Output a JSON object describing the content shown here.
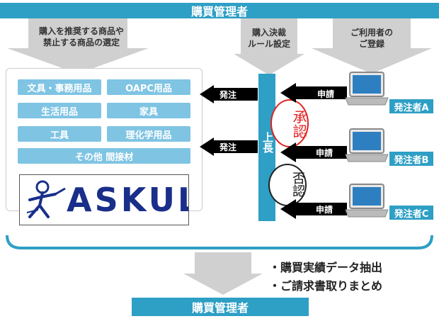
{
  "header": {
    "title": "購買管理者"
  },
  "footer": {
    "title": "購買管理者"
  },
  "step_labels": {
    "left": "購入を推奨する商品や\n禁止する商品の選定",
    "middle": "購入決裁\nルール設定",
    "right": "ご利用者の\nご登録"
  },
  "categories": [
    "文具・事務用品",
    "OAPC用品",
    "生活用品",
    "家具",
    "工具",
    "理化学用品",
    "その他 間接材"
  ],
  "logo": {
    "text": "ASKUL"
  },
  "boss": {
    "label": "上長"
  },
  "stamps": {
    "approve": "承認",
    "reject": "否認"
  },
  "orders": [
    "発注",
    "発注"
  ],
  "requests": [
    "申請",
    "申請",
    "申請"
  ],
  "orderers": [
    "発注者A",
    "発注者B",
    "発注者C"
  ],
  "outputs": [
    "・購買実績データ抽出",
    "・ご請求書取りまとめ"
  ],
  "colors": {
    "accent": "#2e9fc5",
    "light": "#7fc4e3",
    "stamp": "#e02020",
    "arrow": "#d0d0d0"
  }
}
